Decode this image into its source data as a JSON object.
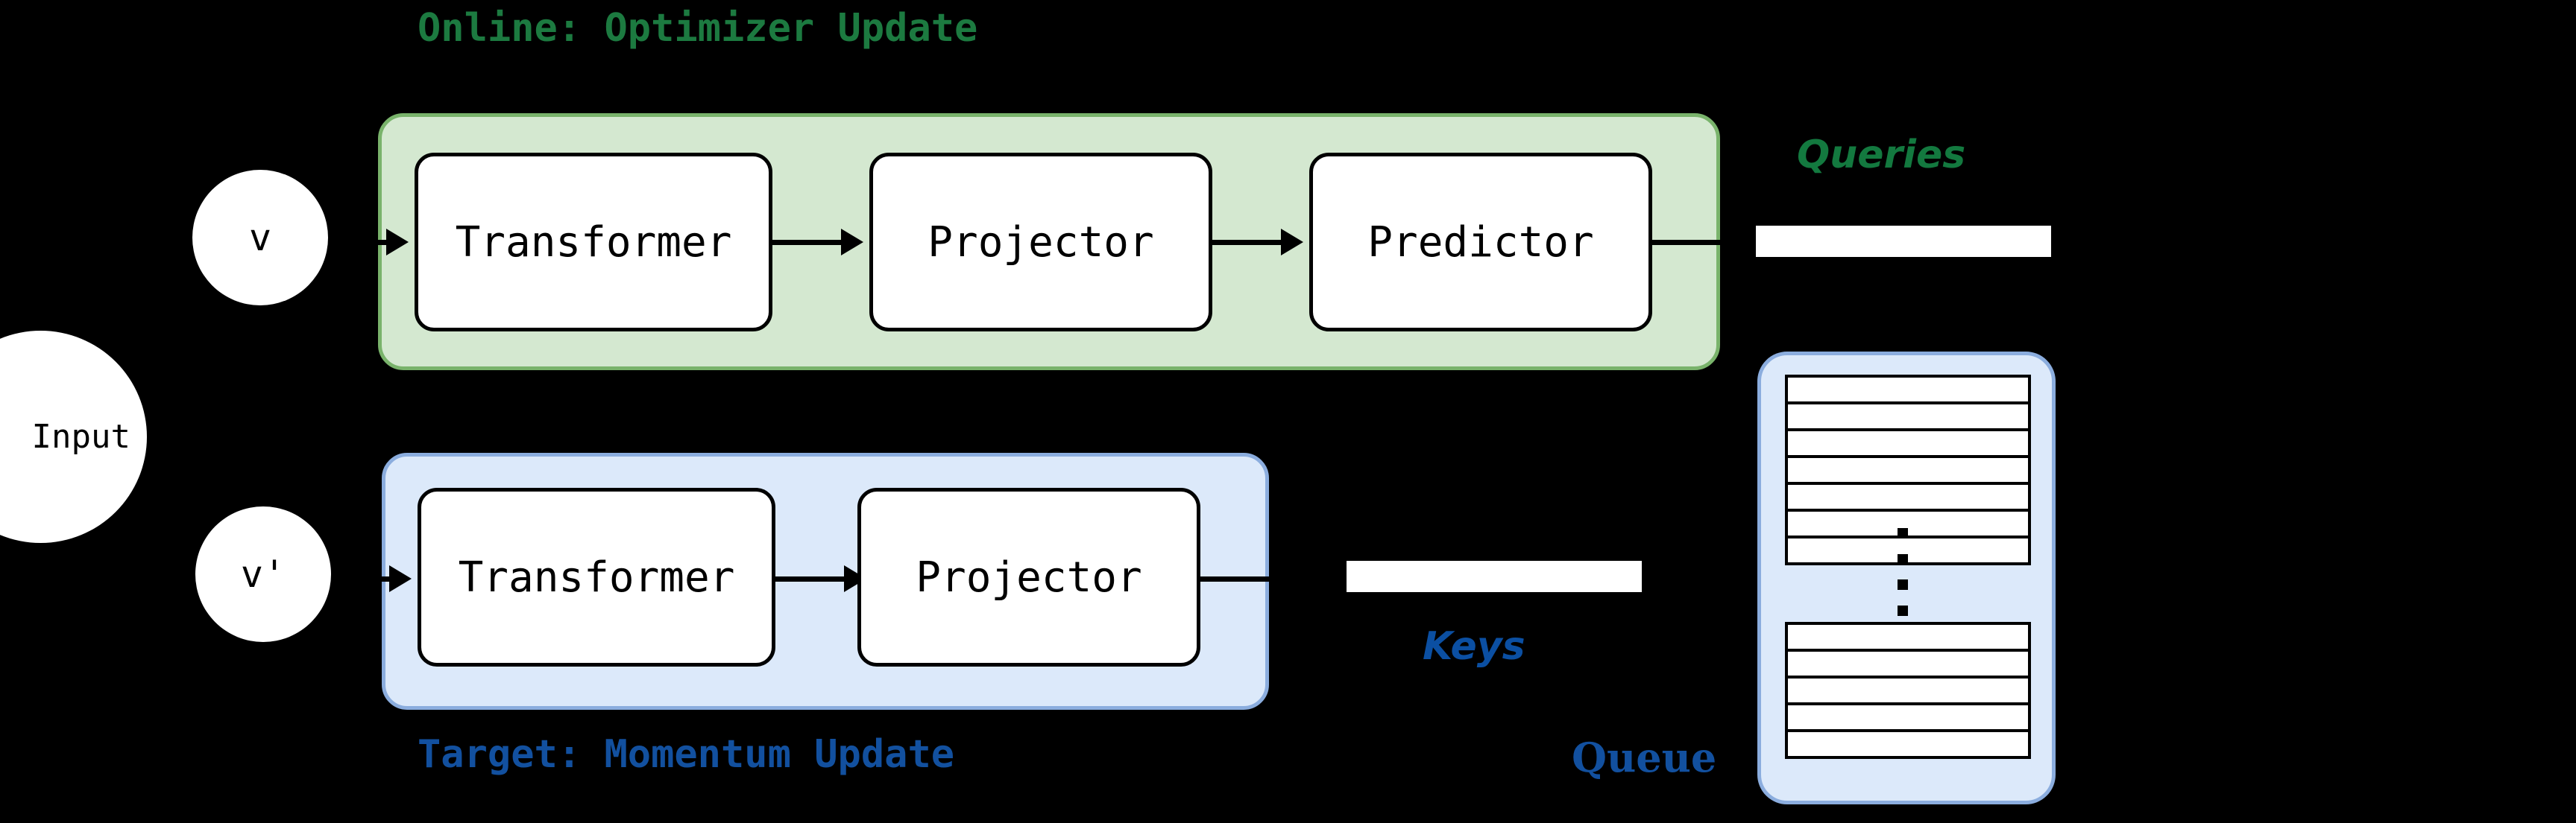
{
  "diagram": {
    "title_online": "Online: Optimizer Update",
    "title_target": "Target: Momentum Update",
    "label_queries": "Queries",
    "label_keys": "Keys",
    "label_queue": "Queue",
    "input_node": "Input",
    "online_view": "v",
    "target_view": "v'",
    "online_modules": [
      {
        "label": "Transformer"
      },
      {
        "label": "Projector"
      },
      {
        "label": "Predictor"
      }
    ],
    "target_modules": [
      {
        "label": "Transformer"
      },
      {
        "label": "Projector"
      }
    ],
    "queue": {
      "top_rows": 7,
      "bottom_rows": 5,
      "dot_count": 4
    },
    "colors": {
      "online_panel_fill": "#d4e8d0",
      "online_panel_border": "#79b36b",
      "online_text": "#1c7a40",
      "target_panel_fill": "#dce9fa",
      "target_panel_border": "#8badde",
      "target_text": "#12509f",
      "queries_text": "#13793f",
      "keys_text": "#0b4fa2",
      "background": "#000000",
      "module_fill": "#ffffff",
      "module_border": "#000000"
    }
  }
}
